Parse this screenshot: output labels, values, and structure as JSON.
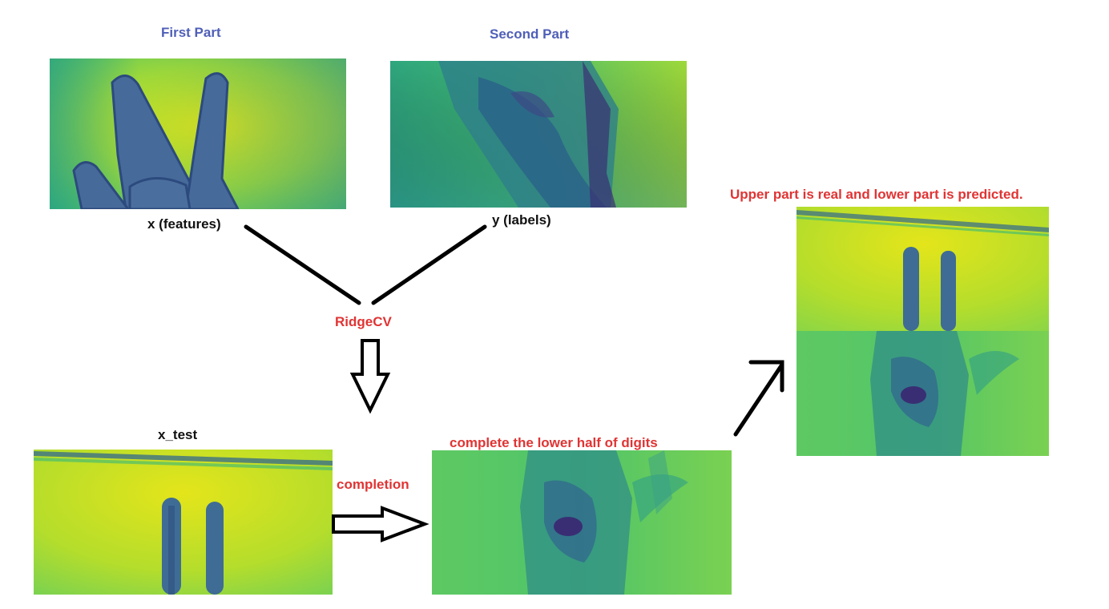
{
  "colors": {
    "blue": "#4f5fb8",
    "red": "#e03434",
    "viridis_yellow": "#d6e22b",
    "viridis_green": "#35b779",
    "viridis_teal": "#21918c",
    "viridis_blue": "#31688e",
    "viridis_purple": "#440154"
  },
  "labels": {
    "first_part": "First Part",
    "second_part": "Second Part",
    "x_features": "x (features)",
    "y_labels": "y (labels)",
    "ridgecv": "RidgeCV",
    "x_test": "x_test",
    "completion": "completion",
    "complete_lower_half": "complete the lower half of digits",
    "result_caption": "Upper part is real and lower part is predicted."
  },
  "icons": {
    "down_arrow": "hollow-down-arrow-icon",
    "right_arrow": "hollow-right-arrow-icon",
    "diagonal_arrow": "up-right-arrow-icon"
  }
}
